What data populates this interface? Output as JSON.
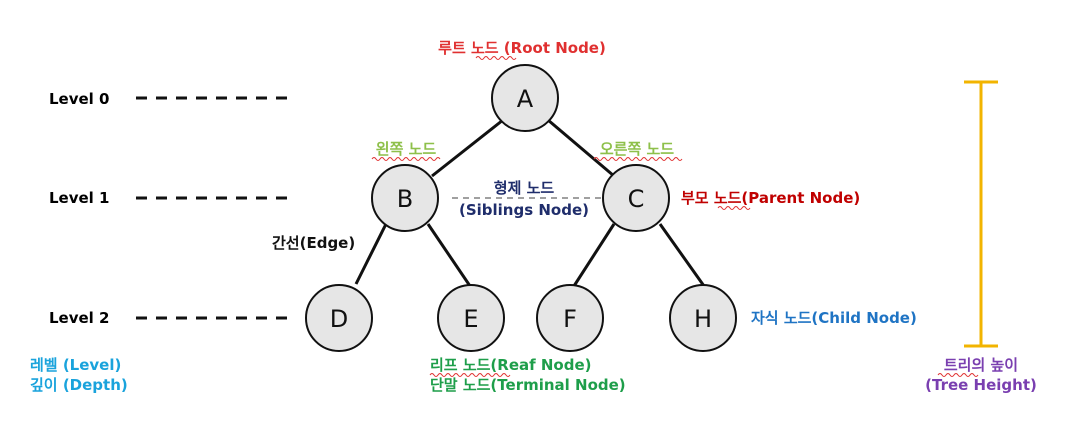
{
  "colors": {
    "level": "#1aa3dc",
    "root": "#e03030",
    "side": "#8ec04a",
    "sibling": "#1f2d6b",
    "parent": "#c00000",
    "edge": "#111111",
    "child": "#1f74c4",
    "leaf": "#1e9e4a",
    "height_bar": "#f2b400",
    "height_text": "#7a3fb0",
    "node_fill": "#e6e6e6",
    "node_stroke": "#111111",
    "dashed": "#111111",
    "squiggle": "#e03030"
  },
  "levels": [
    {
      "label": "Level 0"
    },
    {
      "label": "Level 1"
    },
    {
      "label": "Level 2"
    }
  ],
  "nodes": {
    "A": "A",
    "B": "B",
    "C": "C",
    "D": "D",
    "E": "E",
    "F": "F",
    "H": "H"
  },
  "labels": {
    "root_node": "루트 노드 (Root Node)",
    "left_node": "왼쪽 노드",
    "right_node": "오른쪽 노드",
    "siblings_line1": "형제 노드",
    "siblings_line2": "(Siblings Node)",
    "parent_node": "부모 노드(Parent Node)",
    "edge": "간선(Edge)",
    "child_node": "자식 노드(Child Node)",
    "leaf_line1": "리프 노드(Reaf Node)",
    "leaf_line2": "단말 노드(Terminal Node)",
    "level_line1": "레벨 (Level)",
    "level_line2": "깊이 (Depth)",
    "height_line1": "트리의 높이",
    "height_line2": "(Tree Height)"
  }
}
